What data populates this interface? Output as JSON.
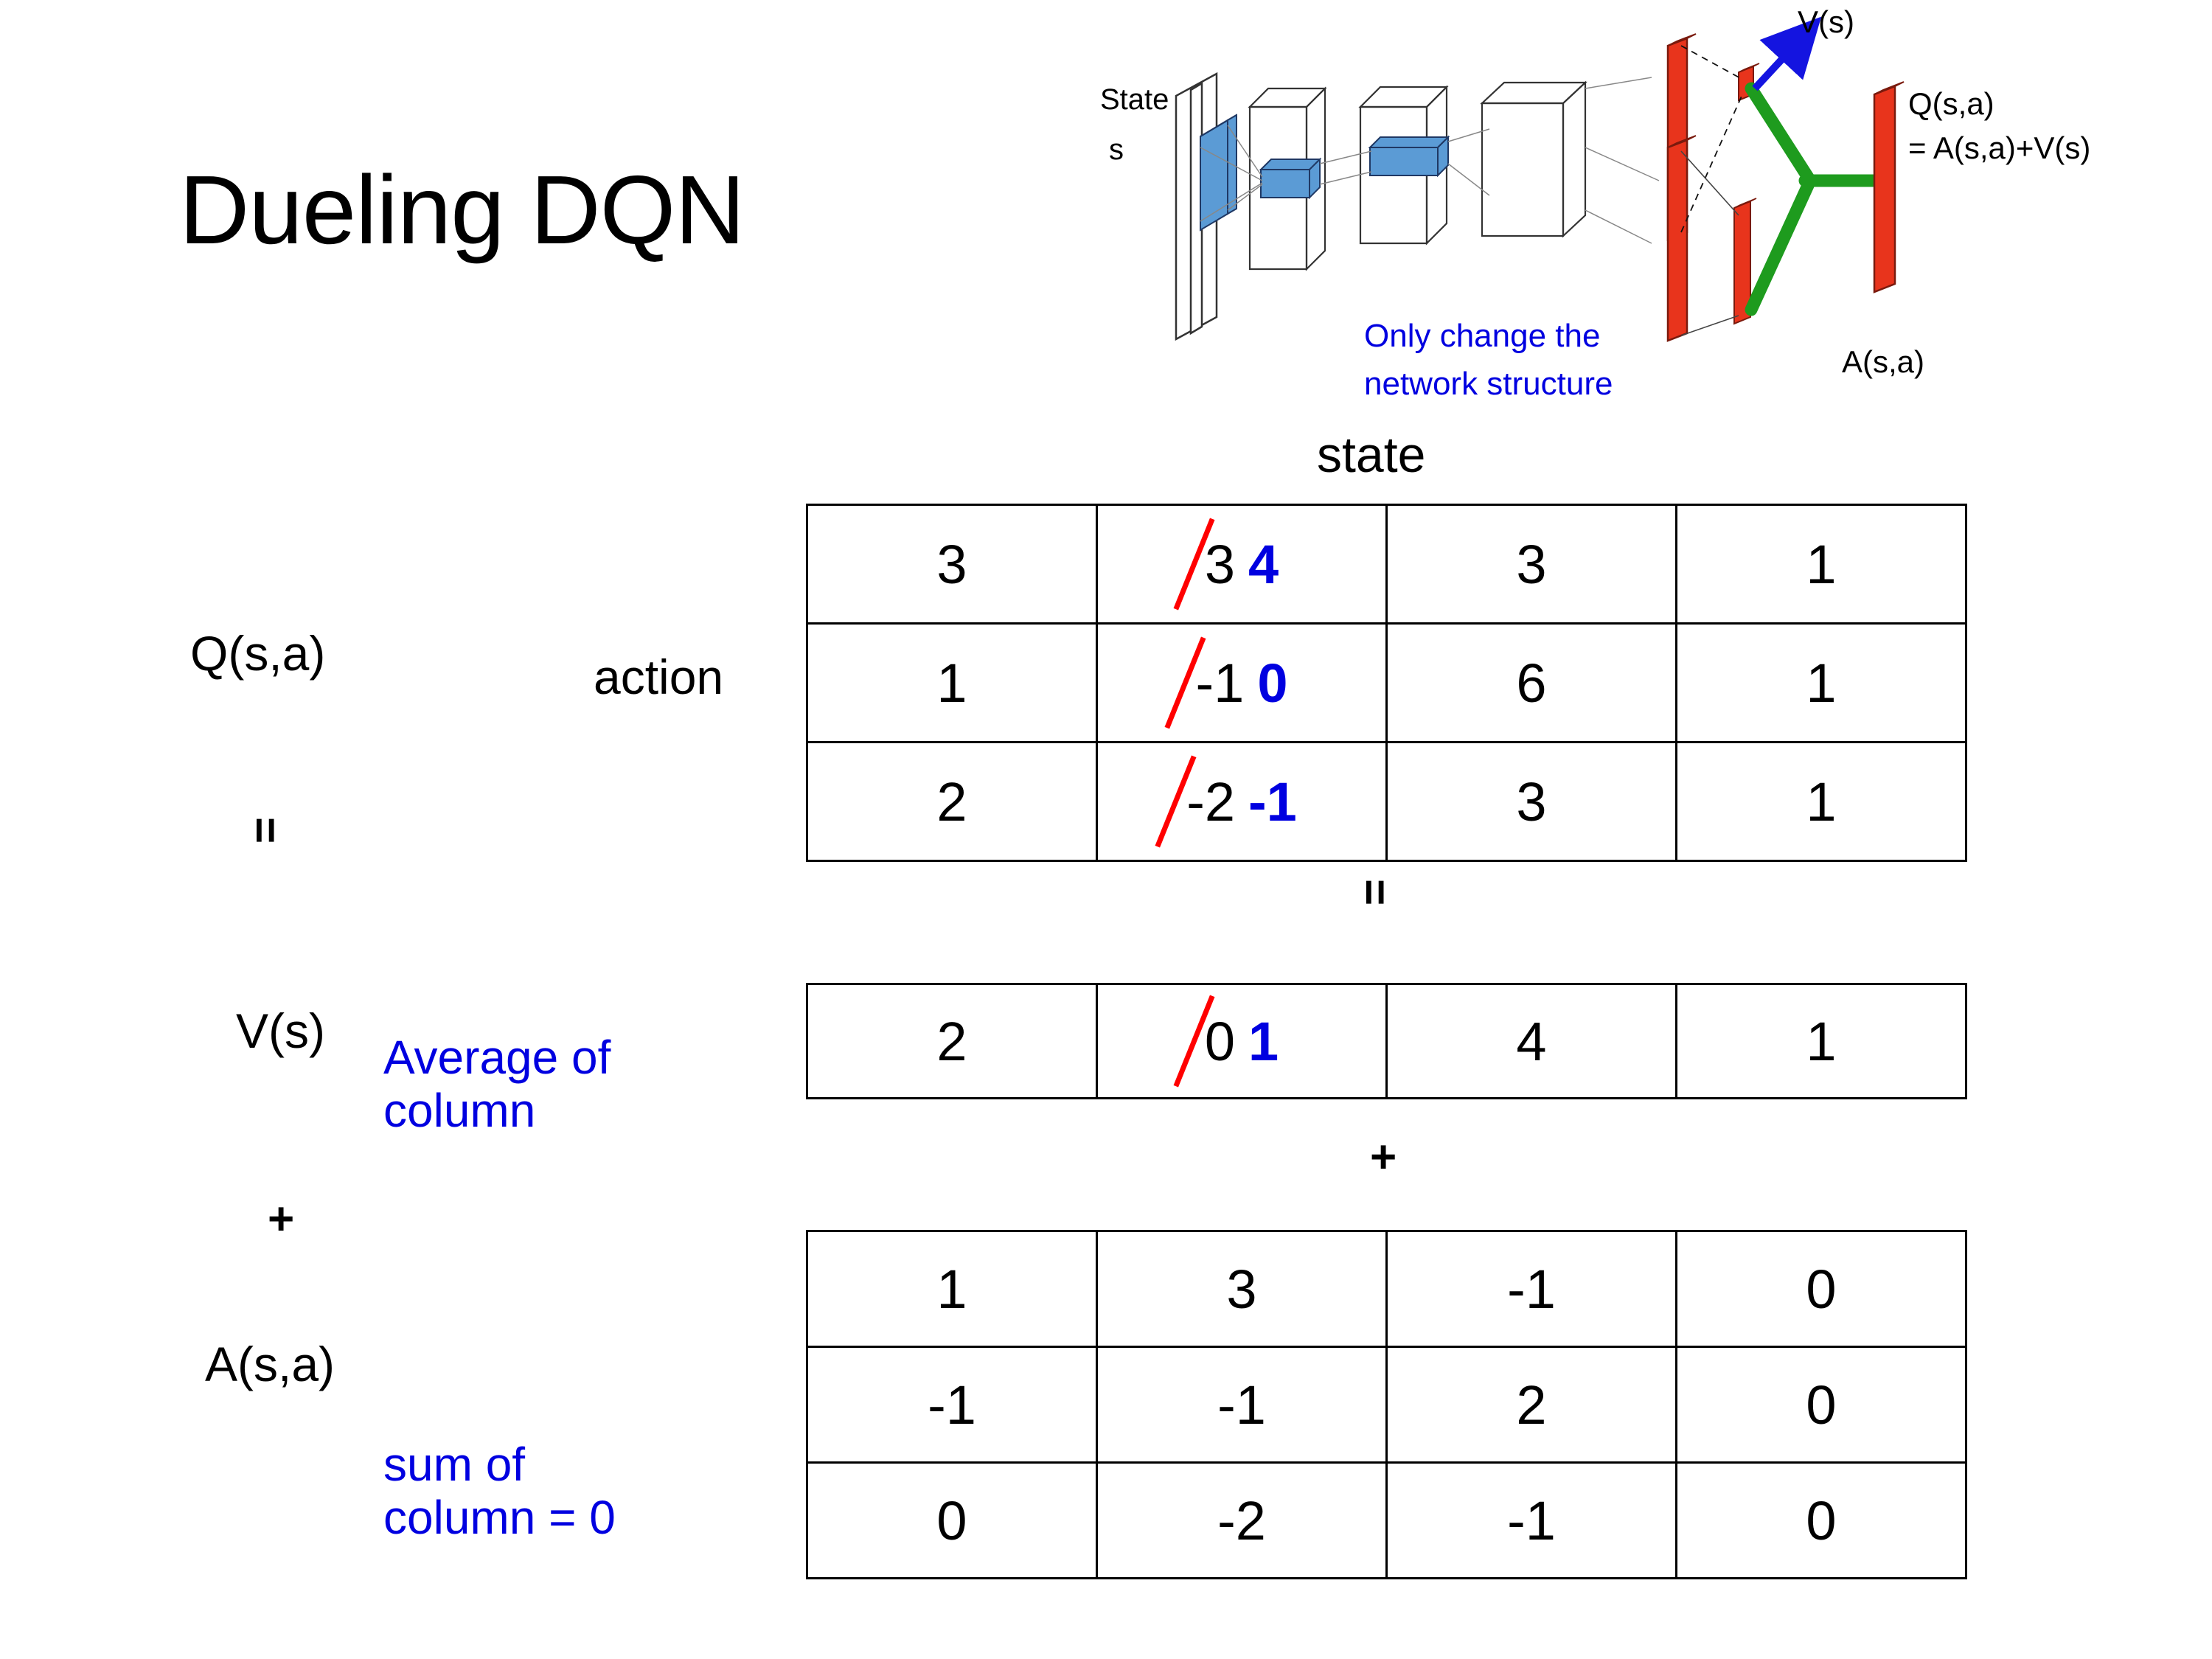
{
  "slide": {
    "title": "Dueling DQN"
  },
  "diagram": {
    "name": "dueling-network-architecture",
    "state_label": "State",
    "state_sub_label": "s",
    "note": "Only change the\nnetwork structure",
    "note_color": "#0000E0",
    "v_label": "V(s)",
    "a_label": "A(s,a)",
    "q_label_line1": "Q(s,a)",
    "q_label_line2": "= A(s,a)+V(s)",
    "arrow_color": "#0000E0",
    "bar_color": "#E8341C",
    "merge_color": "#1E9B1E",
    "input_color": "#5B9BD5"
  },
  "labels": {
    "state": "state",
    "action": "action",
    "q": "Q(s,a)",
    "v": "V(s)",
    "a": "A(s,a)",
    "equals": "=",
    "plus": "+"
  },
  "notes": {
    "average_of_column": "Average of\ncolumn",
    "sum_of_column": "sum of\ncolumn = 0",
    "color": "#0000E0"
  },
  "chart_data": {
    "type": "table",
    "title": "Dueling DQN",
    "xlabel": "state",
    "ylabel": "action",
    "tables": [
      {
        "name": "Q(s,a)",
        "label": "Q(s,a)",
        "rows": [
          [
            {
              "value": "3"
            },
            {
              "value": "3",
              "struck": true,
              "replacement": "4"
            },
            {
              "value": "3"
            },
            {
              "value": "1"
            }
          ],
          [
            {
              "value": "1"
            },
            {
              "value": "-1",
              "struck": true,
              "replacement": "0"
            },
            {
              "value": "6"
            },
            {
              "value": "1"
            }
          ],
          [
            {
              "value": "2"
            },
            {
              "value": "-2",
              "struck": true,
              "replacement": "-1"
            },
            {
              "value": "3"
            },
            {
              "value": "1"
            }
          ]
        ]
      },
      {
        "name": "V(s)",
        "label": "V(s)",
        "rows": [
          [
            {
              "value": "2"
            },
            {
              "value": "0",
              "struck": true,
              "replacement": "1"
            },
            {
              "value": "4"
            },
            {
              "value": "1"
            }
          ]
        ]
      },
      {
        "name": "A(s,a)",
        "label": "A(s,a)",
        "rows": [
          [
            {
              "value": "1"
            },
            {
              "value": "3"
            },
            {
              "value": "-1"
            },
            {
              "value": "0"
            }
          ],
          [
            {
              "value": "-1"
            },
            {
              "value": "-1"
            },
            {
              "value": "2"
            },
            {
              "value": "0"
            }
          ],
          [
            {
              "value": "0"
            },
            {
              "value": "-2"
            },
            {
              "value": "-1"
            },
            {
              "value": "0"
            }
          ]
        ]
      }
    ],
    "relations": [
      "Q(s,a) = V(s) + A(s,a)"
    ],
    "strike_color": "#FF0000",
    "edit_color": "#0000E0"
  }
}
